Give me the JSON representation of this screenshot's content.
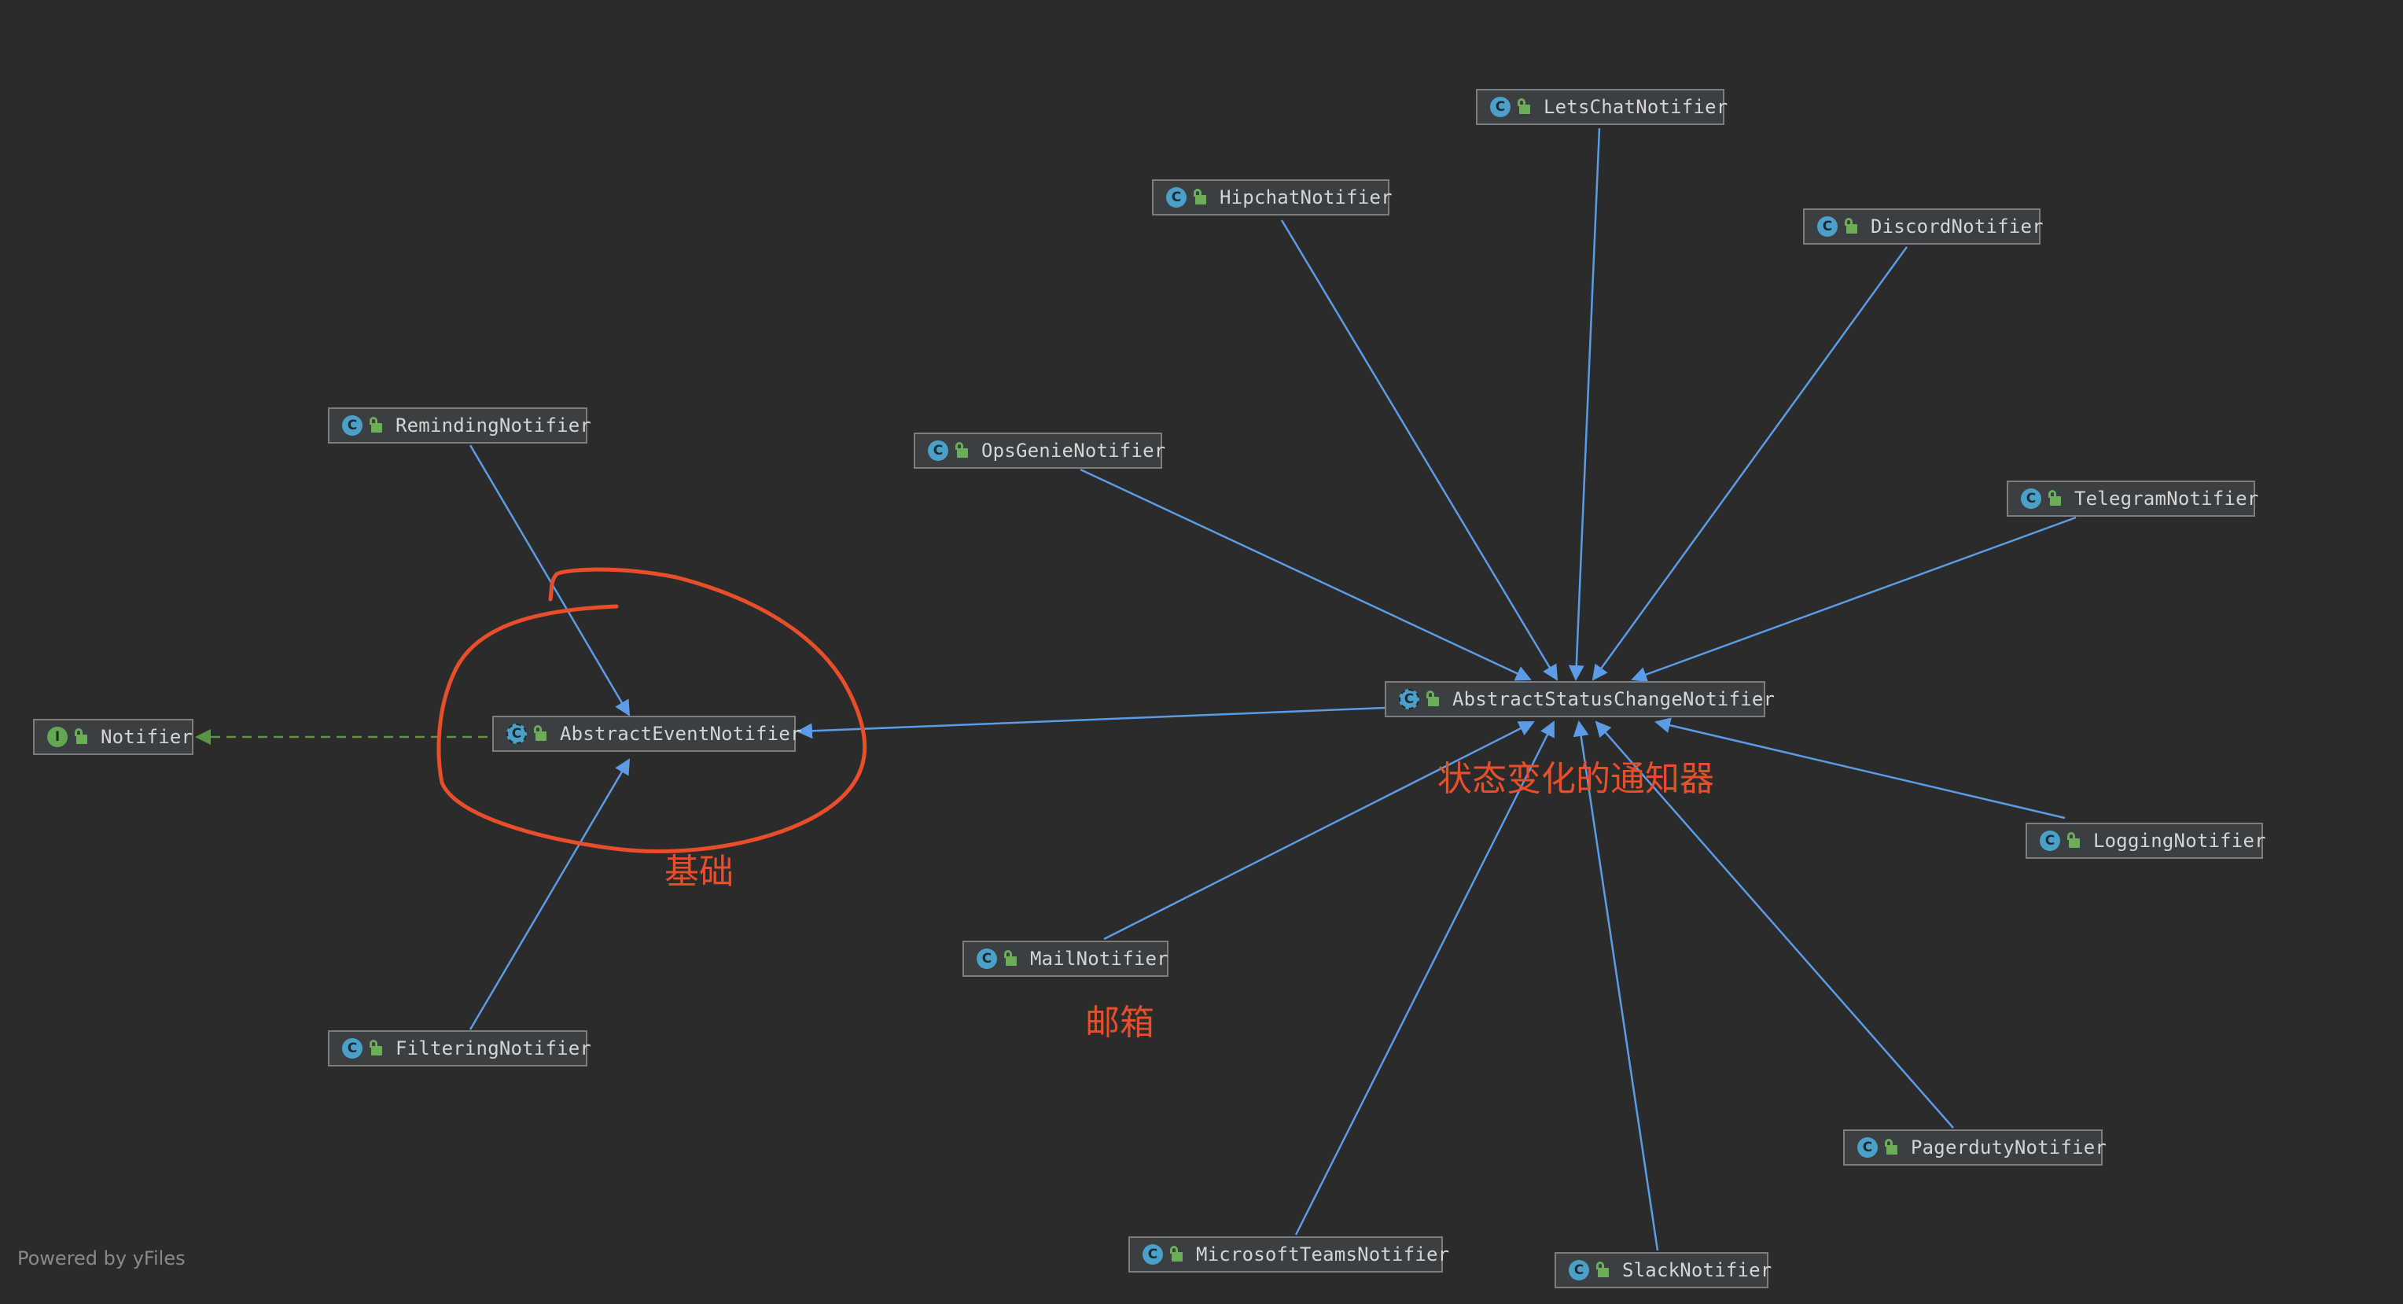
{
  "diagram": {
    "nodes": [
      {
        "id": "notifier",
        "label": "Notifier",
        "kind": "interface",
        "icon": "interface-icon",
        "icon_letter": "I"
      },
      {
        "id": "abstract-event",
        "label": "AbstractEventNotifier",
        "kind": "abstract",
        "icon": "abstract-class-icon",
        "icon_letter": "C"
      },
      {
        "id": "reminding",
        "label": "RemindingNotifier",
        "kind": "class",
        "icon": "class-icon",
        "icon_letter": "C"
      },
      {
        "id": "filtering",
        "label": "FilteringNotifier",
        "kind": "class",
        "icon": "class-icon",
        "icon_letter": "C"
      },
      {
        "id": "abstract-status",
        "label": "AbstractStatusChangeNotifier",
        "kind": "abstract",
        "icon": "abstract-class-icon",
        "icon_letter": "C"
      },
      {
        "id": "letschat",
        "label": "LetsChatNotifier",
        "kind": "class",
        "icon": "class-icon",
        "icon_letter": "C"
      },
      {
        "id": "hipchat",
        "label": "HipchatNotifier",
        "kind": "class",
        "icon": "class-icon",
        "icon_letter": "C"
      },
      {
        "id": "discord",
        "label": "DiscordNotifier",
        "kind": "class",
        "icon": "class-icon",
        "icon_letter": "C"
      },
      {
        "id": "opsgenie",
        "label": "OpsGenieNotifier",
        "kind": "class",
        "icon": "class-icon",
        "icon_letter": "C"
      },
      {
        "id": "telegram",
        "label": "TelegramNotifier",
        "kind": "class",
        "icon": "class-icon",
        "icon_letter": "C"
      },
      {
        "id": "logging",
        "label": "LoggingNotifier",
        "kind": "class",
        "icon": "class-icon",
        "icon_letter": "C"
      },
      {
        "id": "mail",
        "label": "MailNotifier",
        "kind": "class",
        "icon": "class-icon",
        "icon_letter": "C"
      },
      {
        "id": "pagerduty",
        "label": "PagerdutyNotifier",
        "kind": "class",
        "icon": "class-icon",
        "icon_letter": "C"
      },
      {
        "id": "msteams",
        "label": "MicrosoftTeamsNotifier",
        "kind": "class",
        "icon": "class-icon",
        "icon_letter": "C"
      },
      {
        "id": "slack",
        "label": "SlackNotifier",
        "kind": "class",
        "icon": "class-icon",
        "icon_letter": "C"
      }
    ],
    "edges": [
      {
        "from": "abstract-event",
        "to": "notifier",
        "type": "implements"
      },
      {
        "from": "reminding",
        "to": "abstract-event",
        "type": "extends"
      },
      {
        "from": "filtering",
        "to": "abstract-event",
        "type": "extends"
      },
      {
        "from": "abstract-status",
        "to": "abstract-event",
        "type": "extends"
      },
      {
        "from": "letschat",
        "to": "abstract-status",
        "type": "extends"
      },
      {
        "from": "hipchat",
        "to": "abstract-status",
        "type": "extends"
      },
      {
        "from": "discord",
        "to": "abstract-status",
        "type": "extends"
      },
      {
        "from": "opsgenie",
        "to": "abstract-status",
        "type": "extends"
      },
      {
        "from": "telegram",
        "to": "abstract-status",
        "type": "extends"
      },
      {
        "from": "logging",
        "to": "abstract-status",
        "type": "extends"
      },
      {
        "from": "mail",
        "to": "abstract-status",
        "type": "extends"
      },
      {
        "from": "pagerduty",
        "to": "abstract-status",
        "type": "extends"
      },
      {
        "from": "msteams",
        "to": "abstract-status",
        "type": "extends"
      },
      {
        "from": "slack",
        "to": "abstract-status",
        "type": "extends"
      }
    ],
    "colors": {
      "background": "#2b2b2b",
      "node_fill": "#3c3f41",
      "node_border": "#7d7d7d",
      "extends_edge": "#5c9ce6",
      "implements_edge": "#5a9444",
      "annotation": "#e84e2a"
    }
  },
  "annotations": {
    "base_label": "基础",
    "status_change_label": "状态变化的通知器",
    "mail_label": "邮箱"
  },
  "footer": {
    "text": "Powered by yFiles"
  }
}
